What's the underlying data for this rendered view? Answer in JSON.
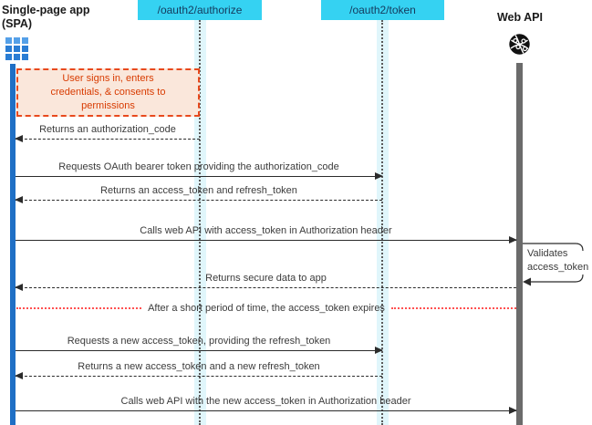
{
  "actors": {
    "spa": {
      "title": "Single-page app\n(SPA)",
      "icon": "app-grid-icon"
    },
    "authorize": {
      "title": "/oauth2/authorize"
    },
    "token": {
      "title": "/oauth2/token"
    },
    "webapi": {
      "title": "Web API",
      "icon": "globe-network-icon"
    }
  },
  "note": {
    "text": "User signs in, enters\ncredentials, & consents to\npermissions"
  },
  "messages": [
    {
      "label": "Returns an authorization_code",
      "from": "authorize",
      "to": "spa",
      "style": "dashed"
    },
    {
      "label": "Requests OAuth bearer token providing the authorization_code",
      "from": "spa",
      "to": "token",
      "style": "solid"
    },
    {
      "label": "Returns an access_token and refresh_token",
      "from": "token",
      "to": "spa",
      "style": "dashed"
    },
    {
      "label": "Calls web API with access_token in Authorization header",
      "from": "spa",
      "to": "webapi",
      "style": "solid"
    },
    {
      "label": "Validates\naccess_token",
      "from": "webapi",
      "to": "webapi",
      "style": "self"
    },
    {
      "label": "Returns secure data to app",
      "from": "webapi",
      "to": "spa",
      "style": "dashed"
    },
    {
      "label": "Requests a new access_token, providing the refresh_token",
      "from": "spa",
      "to": "token",
      "style": "solid"
    },
    {
      "label": "Returns a new access_token and a new refresh_token",
      "from": "token",
      "to": "spa",
      "style": "dashed"
    },
    {
      "label": "Calls web API with the new access_token in Authorization header",
      "from": "spa",
      "to": "webapi",
      "style": "solid"
    }
  ],
  "divider": {
    "label": "After a short period of time, the access_token expires"
  },
  "colors": {
    "endpoint_fill": "#35d2f2",
    "endpoint_text": "#14395c",
    "spa_lifeline": "#1f6fc5",
    "webapi_lifeline": "#6b6b6b",
    "lifeline_band": "#e0f6fb",
    "note_fill": "#fae7db",
    "note_border": "#e8491d",
    "note_text": "#d83b01",
    "divider_line": "#ff5050",
    "arrow": "#2b2b2b"
  }
}
